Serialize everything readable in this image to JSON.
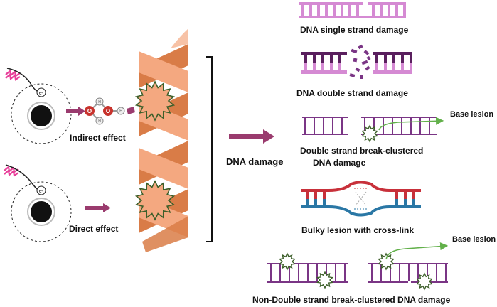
{
  "labels": {
    "indirect_effect": "Indirect effect",
    "direct_effect": "Direct effect",
    "dna_damage": "DNA damage",
    "single_strand": "DNA single strand damage",
    "double_strand": "DNA double strand damage",
    "dsb_clustered_line1": "Double strand break-clustered",
    "dsb_clustered_line2": "DNA  damage",
    "base_lesion_1": "Base lesion",
    "bulky_lesion": "Bulky lesion with cross-link",
    "base_lesion_2": "Base lesion",
    "non_dsb_clustered": "Non-Double strand break-clustered DNA  damage",
    "electron_1": "e-",
    "electron_2": "e-",
    "atom_o1": "O",
    "atom_o2": "O",
    "atom_h1": "H",
    "atom_h2": "H",
    "atom_h3": "H"
  },
  "colors": {
    "helix_light": "#f4a880",
    "helix_dark": "#d97c47",
    "arrow": "#9a3b6e",
    "light_purple": "#d58ad3",
    "dark_purple": "#5a1f5e",
    "purple": "#7a3585",
    "red": "#c8303a",
    "blue": "#2a77a5",
    "lesion_green": "#3d5f2a",
    "arrow_green": "#62b04a",
    "lightning": "#e8409a"
  }
}
